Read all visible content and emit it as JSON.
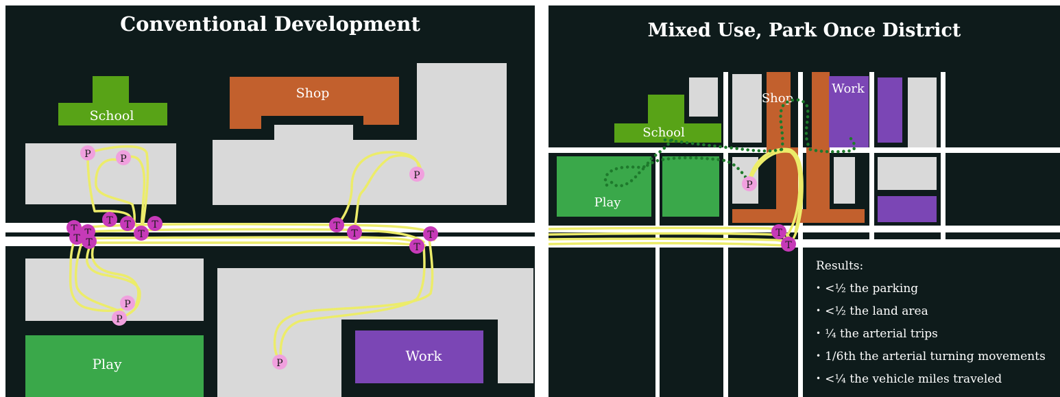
{
  "left": {
    "title": "Conventional Development",
    "labels": {
      "school": "School",
      "shop": "Shop",
      "play": "Play",
      "work": "Work"
    },
    "parking_marker": "P",
    "turn_marker": "T"
  },
  "right": {
    "title": "Mixed Use, Park Once District",
    "labels": {
      "school": "School",
      "shop": "Shop",
      "play": "Play",
      "work": "Work"
    },
    "parking_marker": "P",
    "turn_marker": "T",
    "results": {
      "heading": "Results:",
      "items": [
        "<½ the parking",
        "<½ the land area",
        "¼ the arterial trips",
        "1/6th the arterial turning movements",
        "<¼ the vehicle miles traveled"
      ]
    }
  },
  "colors": {
    "background": "#0e1b1b",
    "road": "#ffffff",
    "lot": "#d9d9d9",
    "school": "#58a317",
    "shop": "#c2602d",
    "play": "#3aa84a",
    "work": "#7b46b5",
    "route": "#ecec6a",
    "walk": "#1e7a2c",
    "parking": "#f0a0de",
    "turn": "#c63ab8"
  }
}
